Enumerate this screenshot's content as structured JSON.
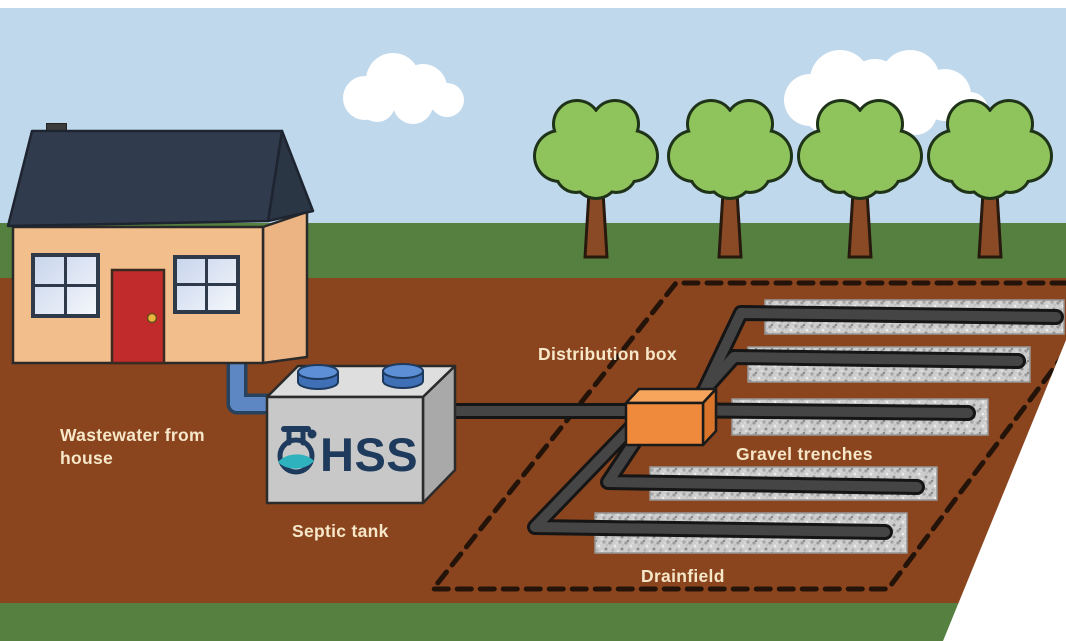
{
  "diagram": {
    "subject": "household septic system cross-section",
    "counts": {
      "trees": 4,
      "clouds": 2,
      "gravel_trenches": 5,
      "tank_lids": 2
    }
  },
  "labels": {
    "wastewater_line1": "Wastewater from",
    "wastewater_line2": "house",
    "septic_tank": "Septic tank",
    "distribution_box": "Distribution box",
    "gravel_trenches": "Gravel trenches",
    "drainfield": "Drainfield"
  },
  "logo": {
    "text": "HSS",
    "icon": "flask-icon",
    "text_color": "#1e3a5c",
    "accent_color": "#2eb3be"
  },
  "colors": {
    "sky": "#bfd8ec",
    "cloud": "#ffffff",
    "grass": "#56803f",
    "soil": "#8a451f",
    "house_wall": "#f2be8c",
    "roof": "#303c4d",
    "door": "#c22b2b",
    "window_frame": "#2e3a4a",
    "pipe_blue": "#5c87c2",
    "pipe_dark": "#454545",
    "tank_gray": "#c8c8c8",
    "tank_lid_blue": "#3f6fb5",
    "distribution_box_orange": "#ef8a3d",
    "gravel": "#cdcdcd",
    "tree_canopy": "#8fc45c",
    "tree_trunk": "#8b4a26",
    "dashed_boundary": "#241309",
    "label_text": "#f6e7c8"
  }
}
